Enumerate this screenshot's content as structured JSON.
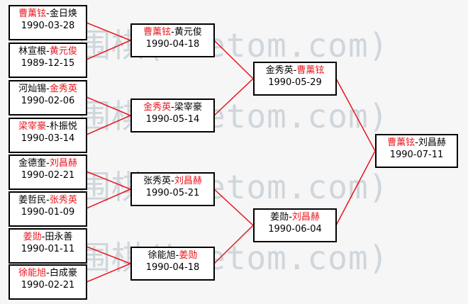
{
  "watermark": "围棋(hoetom.com)",
  "colors": {
    "winner": "#e8141c",
    "text": "#000000",
    "line": "#e8141c"
  },
  "round1": [
    {
      "p1": "曹薰铉",
      "p2": "金日焕",
      "winner": 1,
      "date": "1990-03-28"
    },
    {
      "p1": "林宣根",
      "p2": "黄元俊",
      "winner": 2,
      "date": "1989-12-15"
    },
    {
      "p1": "河灿锡",
      "p2": "金秀英",
      "winner": 2,
      "date": "1990-02-06"
    },
    {
      "p1": "梁宰豪",
      "p2": "朴振悦",
      "winner": 1,
      "date": "1990-03-14"
    },
    {
      "p1": "金德奎",
      "p2": "刘昌赫",
      "winner": 2,
      "date": "1990-02-21"
    },
    {
      "p1": "姜哲民",
      "p2": "张秀英",
      "winner": 2,
      "date": "1990-01-09"
    },
    {
      "p1": "姜勋",
      "p2": "田永善",
      "winner": 1,
      "date": "1990-01-11"
    },
    {
      "p1": "徐能旭",
      "p2": "白成豪",
      "winner": 1,
      "date": "1990-02-21"
    }
  ],
  "round2": [
    {
      "p1": "曹薰铉",
      "p2": "黄元俊",
      "winner": 1,
      "date": "1990-04-18"
    },
    {
      "p1": "金秀英",
      "p2": "梁宰豪",
      "winner": 1,
      "date": "1990-05-14"
    },
    {
      "p1": "张秀英",
      "p2": "刘昌赫",
      "winner": 2,
      "date": "1990-05-21"
    },
    {
      "p1": "徐能旭",
      "p2": "姜勋",
      "winner": 2,
      "date": "1990-04-18"
    }
  ],
  "round3": [
    {
      "p1": "金秀英",
      "p2": "曹薰铉",
      "winner": 2,
      "date": "1990-05-29"
    },
    {
      "p1": "姜勋",
      "p2": "刘昌赫",
      "winner": 2,
      "date": "1990-06-04"
    }
  ],
  "final": [
    {
      "p1": "曹薰铉",
      "p2": "刘昌赫",
      "winner": 1,
      "date": "1990-07-11"
    }
  ]
}
